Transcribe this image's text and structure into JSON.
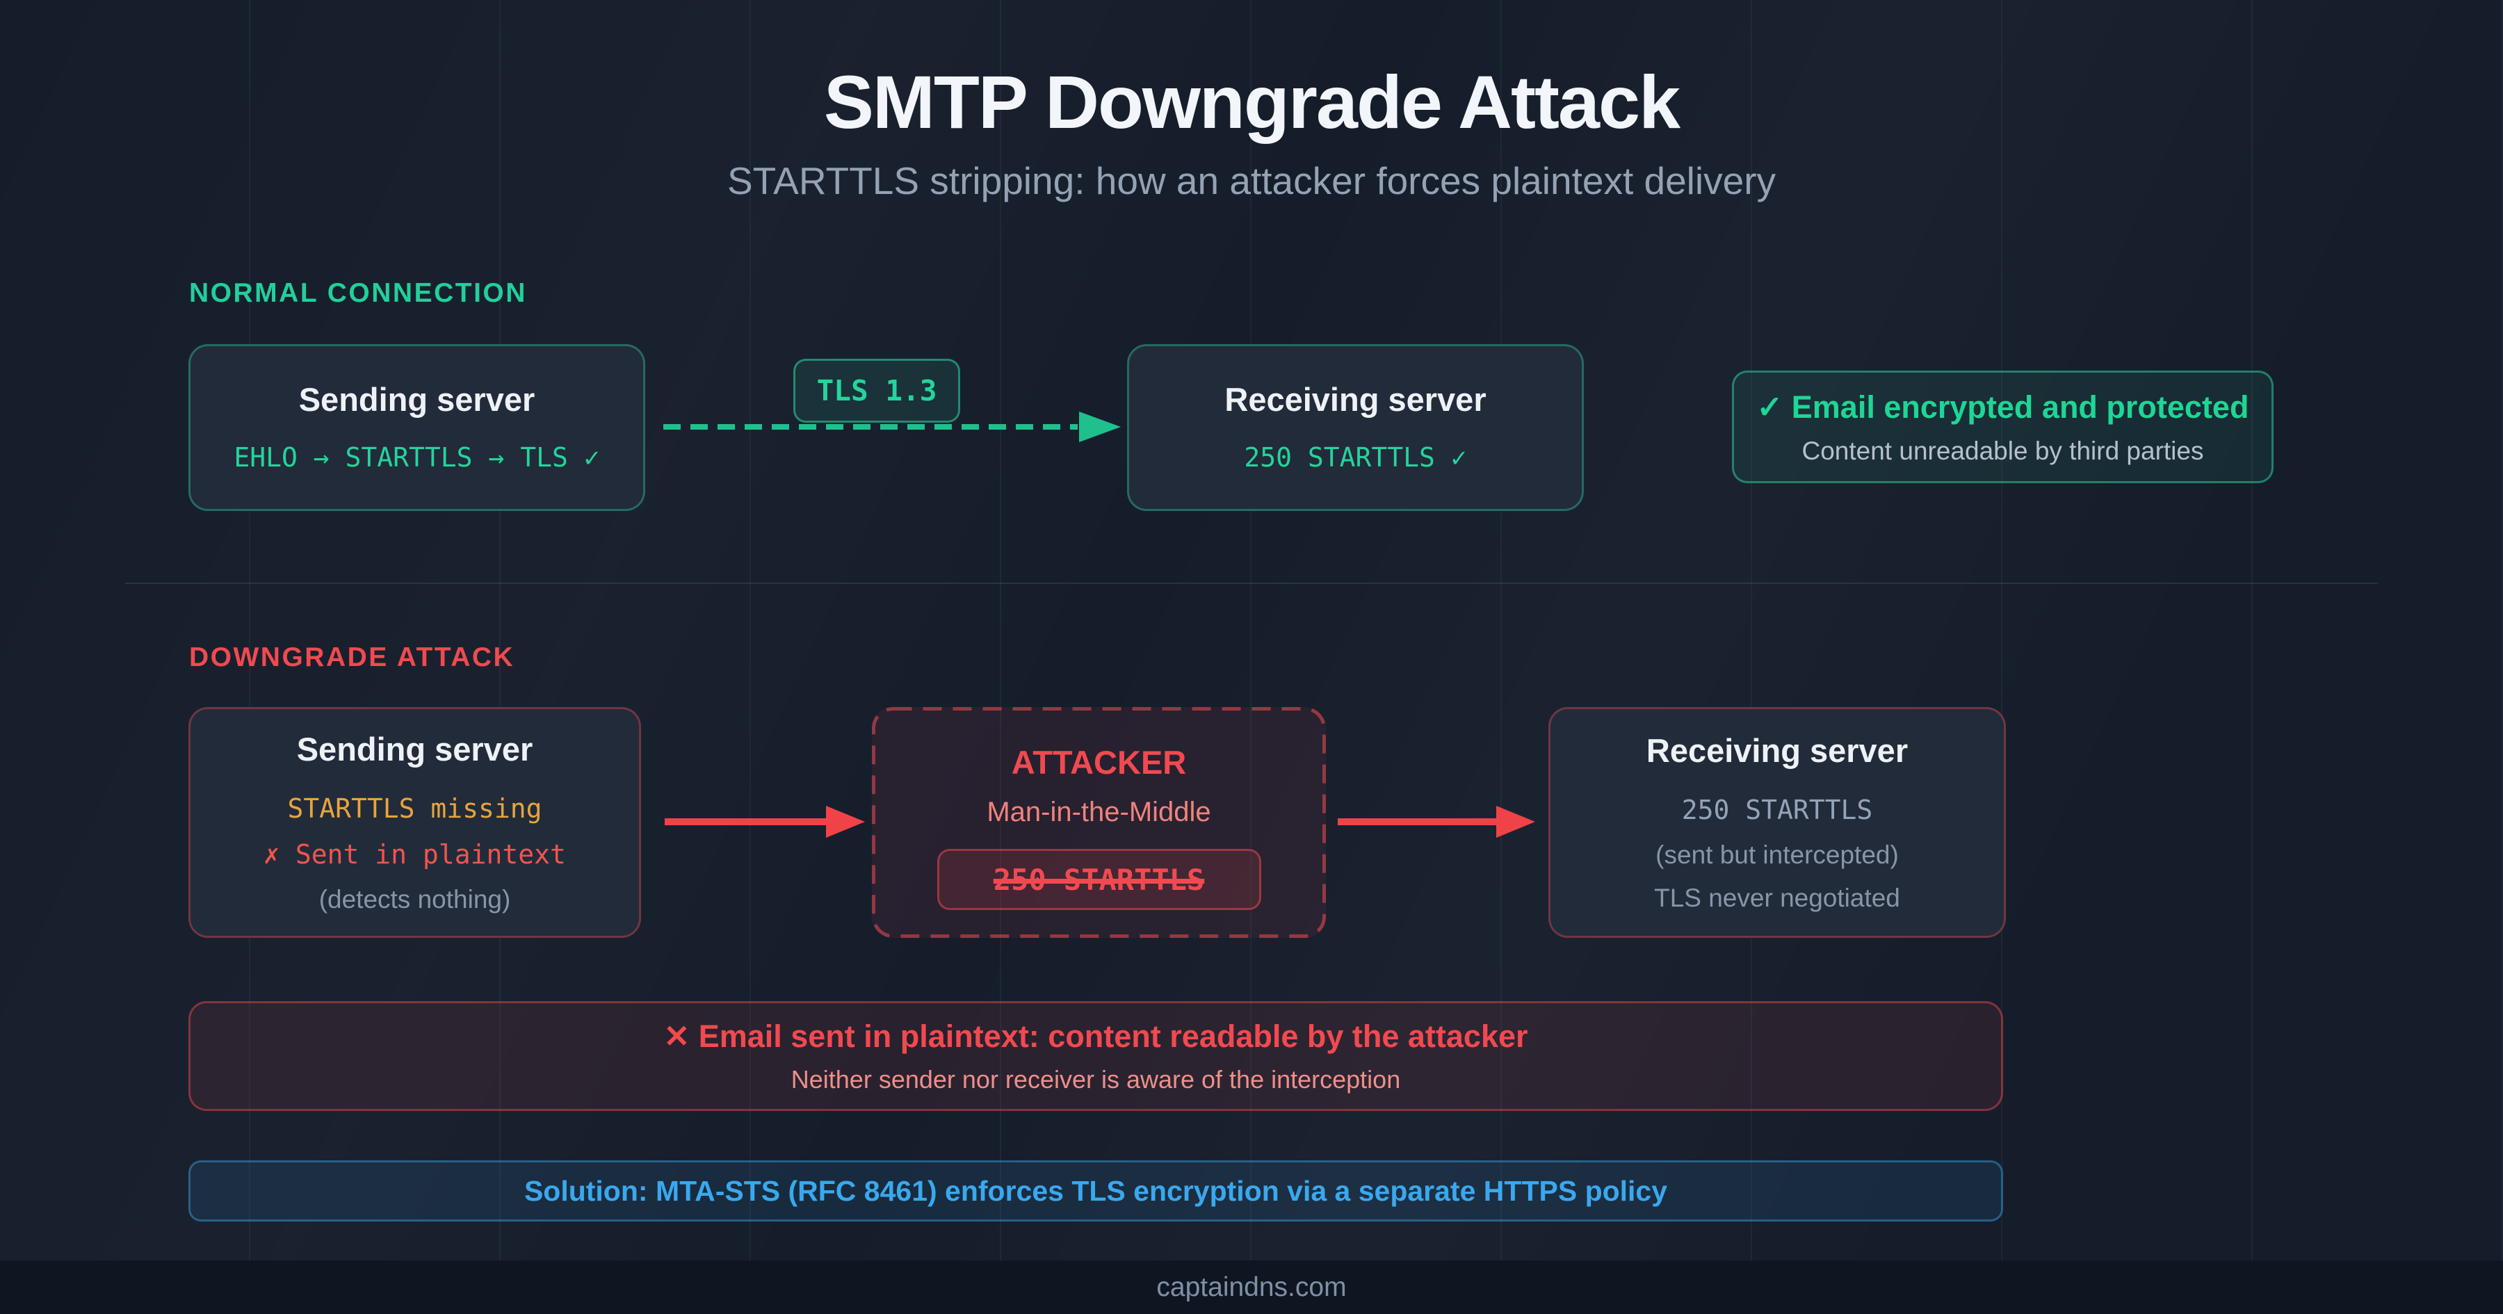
{
  "header": {
    "title": "SMTP Downgrade Attack",
    "subtitle": "STARTTLS stripping: how an attacker forces plaintext delivery"
  },
  "normal": {
    "label": "NORMAL CONNECTION",
    "sending": {
      "title": "Sending server",
      "detail": "EHLO → STARTTLS → TLS ✓"
    },
    "tls_badge": "TLS 1.3",
    "receiving": {
      "title": "Receiving server",
      "detail": "250 STARTTLS ✓"
    },
    "status": {
      "icon": "✓",
      "title": "Email encrypted and protected",
      "subtitle": "Content unreadable by third parties"
    }
  },
  "attack": {
    "label": "DOWNGRADE ATTACK",
    "sending": {
      "title": "Sending server",
      "line1": "STARTTLS missing",
      "line2": "✗ Sent in plaintext",
      "line3": "(detects nothing)"
    },
    "attacker": {
      "title": "ATTACKER",
      "subtitle": "Man-in-the-Middle",
      "badge": "250 STARTTLS"
    },
    "receiving": {
      "title": "Receiving server",
      "line1": "250 STARTTLS",
      "line2": "(sent but intercepted)",
      "line3": "TLS never negotiated"
    },
    "warning": {
      "icon": "✕",
      "title": "Email sent in plaintext: content readable by the attacker",
      "subtitle": "Neither sender nor receiver is aware of the interception"
    },
    "solution": "Solution: MTA-STS (RFC 8461) enforces TLS encryption via a separate HTTPS policy"
  },
  "footer": {
    "text": "captaindns.com"
  },
  "colors": {
    "background": "#151d2b",
    "footer_strip": "#0f1622",
    "box_fill": "#222b3a",
    "green": "#25d49c",
    "teal_border": "#2d8f74",
    "red": "#f04a50",
    "salmon": "#ef837d",
    "amber": "#e8a43c",
    "blue": "#39a8ef",
    "white": "#f2f5f9",
    "gray": "#95a2b3",
    "slate": "#94a3b8"
  }
}
